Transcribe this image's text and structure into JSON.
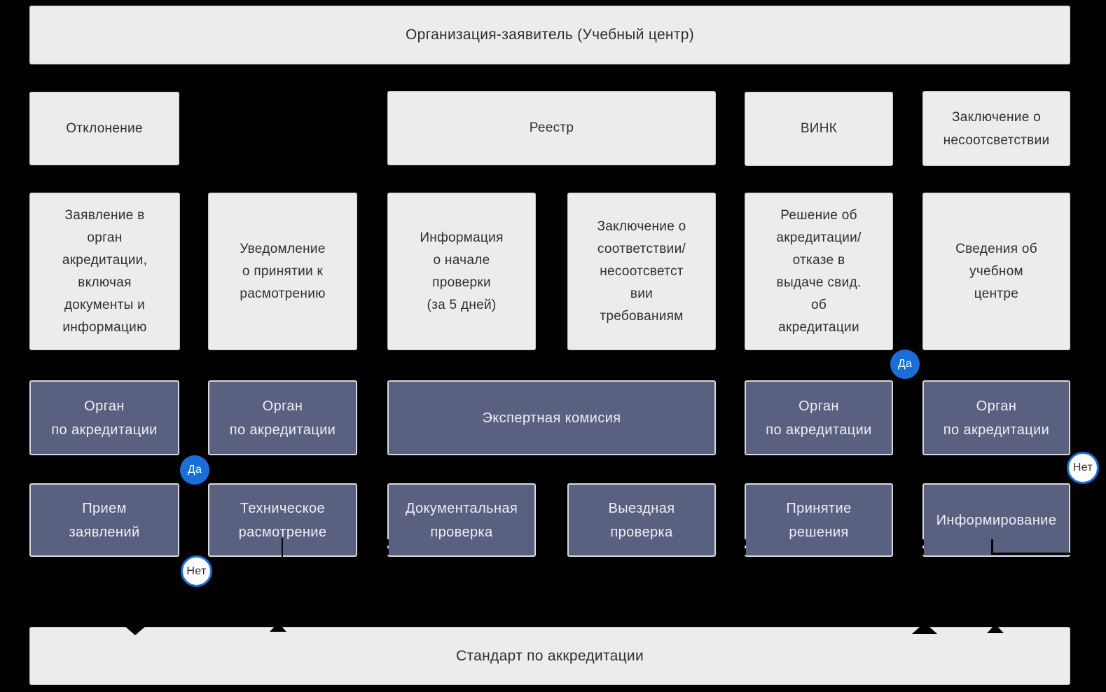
{
  "colors": {
    "background": "#000000",
    "box_light": "#ececec",
    "box_light_border": "#c6c6c6",
    "box_dark": "#5a6080",
    "box_dark_border": "#d9d9d9",
    "accent_blue": "#1a6fd6",
    "text_dark": "#2f2f2f",
    "text_light": "#edeff5"
  },
  "bars": {
    "applicant": "Организация-заявитель (Учебный центр)",
    "standard": "Стандарт по аккредитации"
  },
  "outputs": [
    {
      "label": "Отклонение"
    },
    {
      "label": "Реестр"
    },
    {
      "label": "ВИНК"
    },
    {
      "label": "Заключение о\nнесоотсветствии"
    }
  ],
  "documents": [
    {
      "label": "Заявление в\nорган\nакредитации,\nвключая\nдокументы и\nинформацию"
    },
    {
      "label": "Уведомление\nо принятии к\nрасмотрению"
    },
    {
      "label": "Информация\nо начале\nпроверки\n(за 5 дней)"
    },
    {
      "label": "Заключение о\nсоответствии/\nнесоотсветст\nвии\nтребованиям"
    },
    {
      "label": "Решение об\nакредитации/\nотказе в\nвыдаче свид.\nоб\nакредитации"
    },
    {
      "label": "Сведения об\nучебном\nцентре"
    }
  ],
  "actors": [
    {
      "label": "Орган\nпо акредитации"
    },
    {
      "label": "Орган\nпо акредитации"
    },
    {
      "label": "Экспертная комисия"
    },
    {
      "label": "Орган\nпо акредитации"
    },
    {
      "label": "Орган\nпо акредитации"
    }
  ],
  "process": [
    {
      "label": "Прием\nзаявлений"
    },
    {
      "label": "Техническое\nрасмотрение"
    },
    {
      "label": "Документальная\nпроверка"
    },
    {
      "label": "Выездная\nпроверка"
    },
    {
      "label": "Принятие\nрешения"
    },
    {
      "label": "Информирование"
    }
  ],
  "badges": {
    "yes": "Да",
    "no": "Нет"
  }
}
